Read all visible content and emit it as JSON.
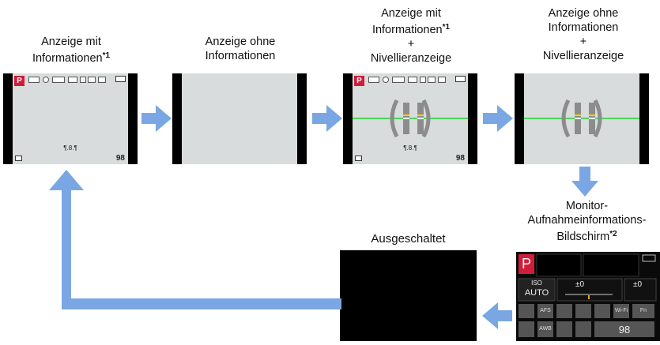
{
  "captions": {
    "c1_l1": "Anzeige mit",
    "c1_l2": "Informationen",
    "c1_mark": "*1",
    "c2_l1": "Anzeige ohne",
    "c2_l2": "Informationen",
    "c3_l1": "Anzeige mit",
    "c3_l2": "Informationen",
    "c3_mark": "*1",
    "c3_plus": "+",
    "c3_l4": "Nivellieranzeige",
    "c4_l1": "Anzeige ohne",
    "c4_l2": "Informationen",
    "c4_plus": "+",
    "c4_l4": "Nivellieranzeige",
    "c5_l1": "Monitor-",
    "c5_l2": "Aufnahmeinformations-",
    "c5_l3": "Bildschirm",
    "c5_mark": "*2",
    "off_label": "Ausgeschaltet"
  },
  "screen": {
    "mode": "P",
    "remaining": "98",
    "center_text": "¶.8.¶"
  },
  "monitor": {
    "mode": "P",
    "iso_label": "ISO",
    "iso_value": "AUTO",
    "exp_comp": "±0",
    "flash_comp": "±0",
    "af_mode": "AFS",
    "wb": "AWB",
    "wifi": "Wi-Fi",
    "fn": "Fn",
    "remaining": "98"
  },
  "colors": {
    "arrow": "#7aa7e3",
    "lcd": "#d9dcdc",
    "level_line": "#4fd35a",
    "mode_badge": "#d11c3a"
  }
}
